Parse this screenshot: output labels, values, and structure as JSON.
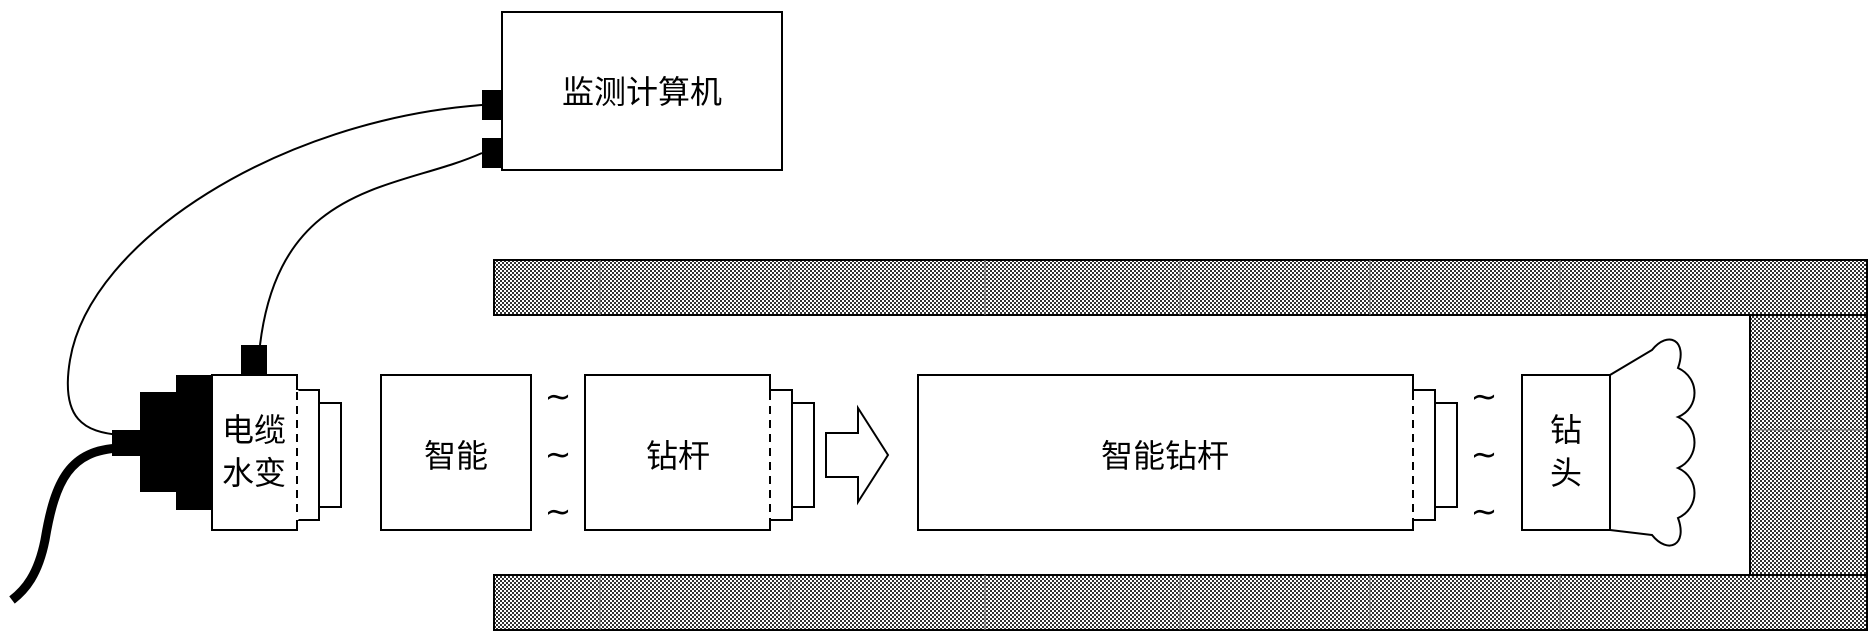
{
  "labels": {
    "monitor_computer": "监测计算机",
    "transducer_line1": "电缆",
    "transducer_line2": "水变",
    "rod1_left": "智能",
    "rod1_right": "钻杆",
    "smart_rod": "智能钻杆",
    "bit_line1": "钻",
    "bit_line2": "头",
    "wave_symbol": "~"
  },
  "colors": {
    "line": "#000000",
    "fill": "#ffffff",
    "rock_pattern": "#3a3a3a"
  }
}
